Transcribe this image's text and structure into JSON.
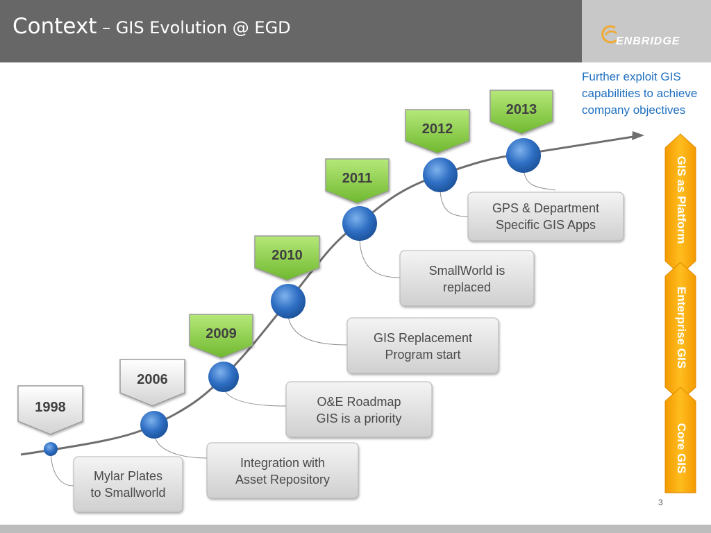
{
  "header": {
    "title_main": "Context",
    "title_rest": " – GIS Evolution @ EGD"
  },
  "logo": {
    "text": "ENBRIDGE"
  },
  "note": {
    "lines": [
      "Further exploit GIS",
      "capabilities to achieve",
      "company objectives"
    ]
  },
  "milestones": [
    {
      "year": "1998",
      "lines": [
        "Mylar Plates",
        "to Smallworld"
      ],
      "style": "silver"
    },
    {
      "year": "2006",
      "lines": [
        "Integration with",
        "Asset Repository"
      ],
      "style": "silver"
    },
    {
      "year": "2009",
      "lines": [
        "O&E Roadmap",
        "GIS is a priority"
      ],
      "style": "green"
    },
    {
      "year": "2010",
      "lines": [
        "GIS Replacement",
        "Program start"
      ],
      "style": "green"
    },
    {
      "year": "2011",
      "lines": [
        "SmallWorld is",
        "replaced"
      ],
      "style": "green"
    },
    {
      "year": "2012",
      "lines": [
        "GPS & Department",
        "Specific GIS Apps"
      ],
      "style": "green"
    },
    {
      "year": "2013",
      "lines": [],
      "style": "green"
    }
  ],
  "phases": [
    "Core GIS",
    "Enterprise GIS",
    "GIS as Platform"
  ],
  "colors": {
    "header_bg": "#676767",
    "logo_bg": "#c8c8c8",
    "accent_blue": "#1f6fc0",
    "green_tag": "#8fd14f",
    "phase_orange": "#f7a800",
    "node_blue": "#2f6fc4"
  },
  "page_number": "3"
}
